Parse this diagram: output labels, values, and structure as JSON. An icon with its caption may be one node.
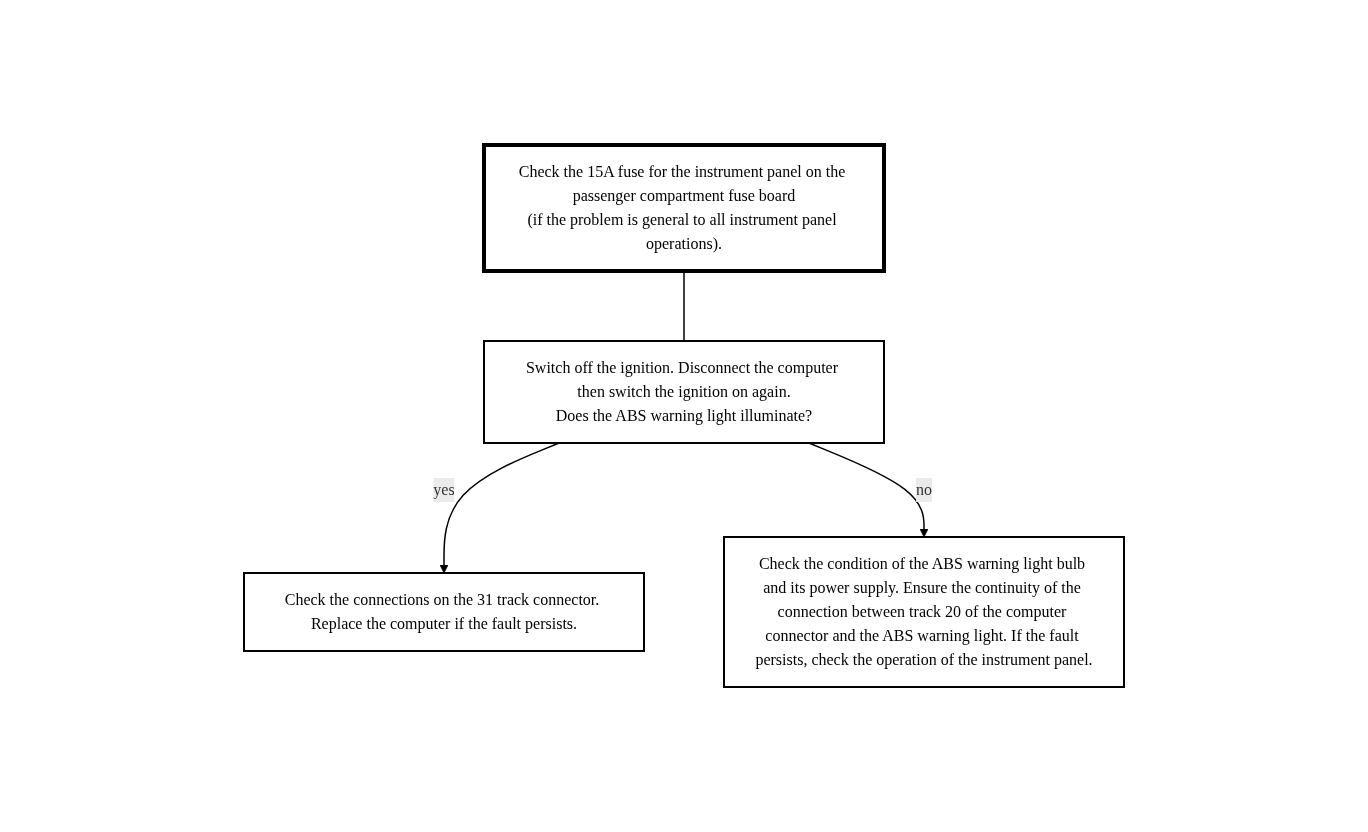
{
  "diagram": {
    "nodes": [
      {
        "text": [
          "Check the 15A fuse for the instrument panel on the passenger compartment fuse board",
          "(if the problem is general to all instrument panel operations)."
        ]
      },
      {
        "text": [
          "Switch off the ignition. Disconnect the computer then switch the ignition on again.",
          "Does the ABS warning light illuminate?"
        ]
      },
      {
        "text": [
          "Check the connections on the 31 track connector. Replace the computer if the fault persists."
        ]
      },
      {
        "text": [
          "Check the condition of the ABS warning light bulb and its power supply. Ensure the continuity of the connection between track 20 of the computer connector and the ABS warning light. If the fault persists, check the operation of the instrument panel."
        ]
      }
    ],
    "edges": [
      {
        "from": 0,
        "to": 1,
        "arrow": "none"
      },
      {
        "from": 1,
        "to": 2,
        "arrow": "to",
        "label": "yes"
      },
      {
        "from": 1,
        "to": 3,
        "arrow": "to",
        "label": "no"
      }
    ]
  }
}
